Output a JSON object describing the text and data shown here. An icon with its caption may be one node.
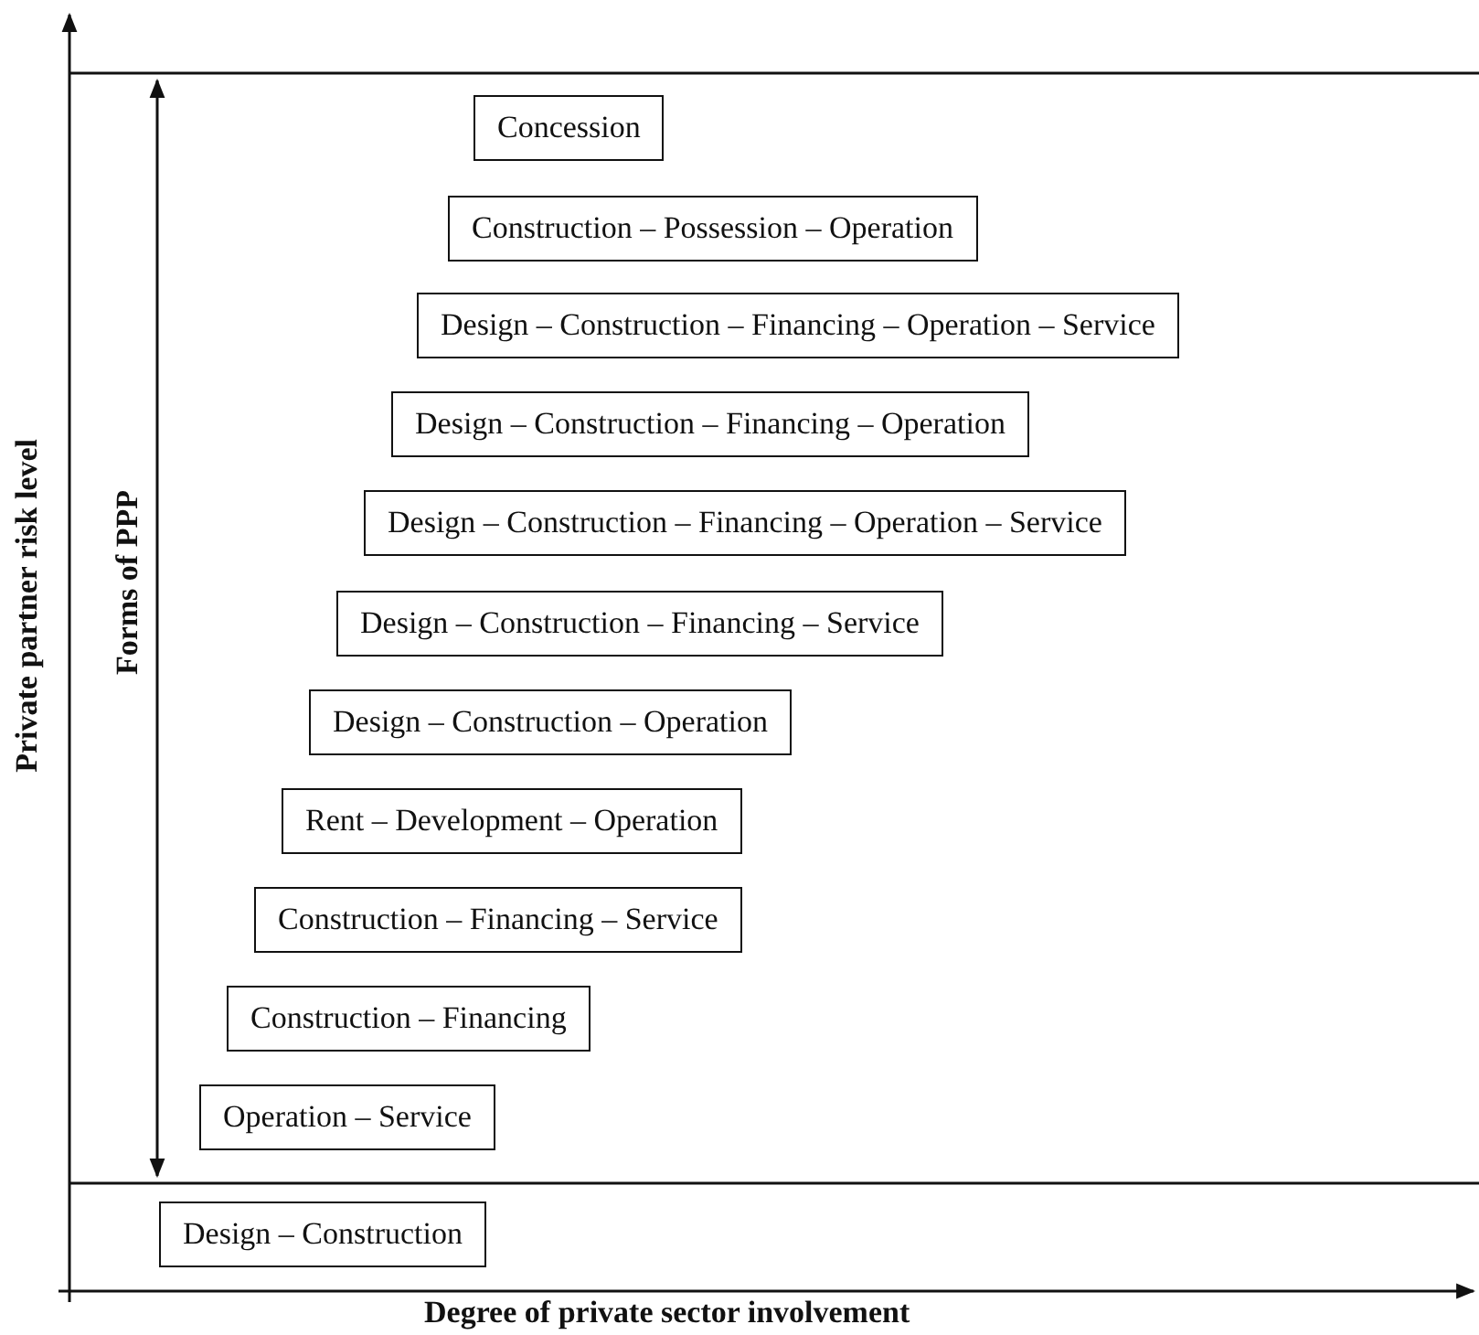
{
  "diagram": {
    "nodes": [
      {
        "text": [
          "Concession"
        ]
      },
      {
        "text": [
          "Construction – Possession – Operation"
        ]
      },
      {
        "text": [
          "Design – Construction – Financing – Operation – Service"
        ]
      },
      {
        "text": [
          "Design – Construction – Financing – Operation"
        ]
      },
      {
        "text": [
          "Design – Construction – Financing – Operation – Service"
        ]
      },
      {
        "text": [
          "Design – Construction – Financing – Service"
        ]
      },
      {
        "text": [
          "Design – Construction – Operation"
        ]
      },
      {
        "text": [
          "Rent – Development – Operation"
        ]
      },
      {
        "text": [
          "Construction – Financing – Service"
        ]
      },
      {
        "text": [
          "Construction – Financing"
        ]
      },
      {
        "text": [
          "Operation – Service"
        ]
      },
      {
        "text": [
          "Design – Construction"
        ]
      }
    ],
    "labels": [
      "Private partner risk level",
      "Forms of PPP",
      "Degree of private sector involvement"
    ]
  }
}
